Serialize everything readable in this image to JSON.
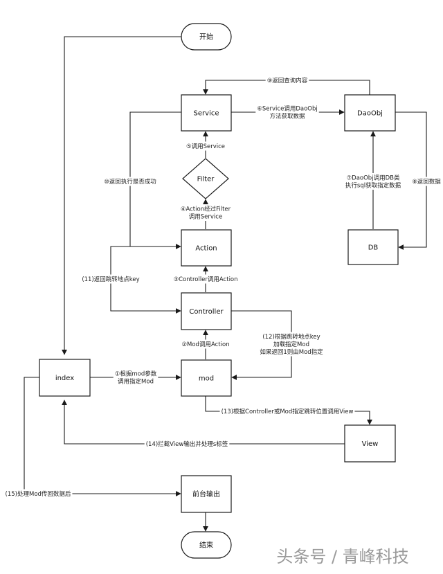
{
  "nodes": {
    "start": "开始",
    "service": "Service",
    "daoobj": "DaoObj",
    "filter": "Filter",
    "action": "Action",
    "db": "DB",
    "controller": "Controller",
    "index": "index",
    "mod": "mod",
    "view": "View",
    "frontend": "前台输出",
    "end": "结束"
  },
  "edges": {
    "e9": [
      "⑨返回查询内容"
    ],
    "e6": [
      "⑥Service调用DaoObj",
      "方法获取数据"
    ],
    "e5": [
      "⑤调用Service"
    ],
    "e10": [
      "⑩返回执行是否成功"
    ],
    "e7": [
      "⑦DaoObj调用DB类",
      "执行sql获取指定数据"
    ],
    "e8": [
      "⑧返回数据"
    ],
    "e4": [
      "④Action经过Filter",
      "调用Service"
    ],
    "e11": [
      "(11)返回跳转地点key"
    ],
    "e3": [
      "③Controller调用Action"
    ],
    "e12": [
      "(12)根据跳转地点key",
      "加载指定Mod",
      "如果返回1则由Mod指定"
    ],
    "e2": [
      "②Mod调用Action"
    ],
    "e1": [
      "①根据mod参数",
      "调用指定Mod"
    ],
    "e13": [
      "(13)根据Controller或Mod指定跳转位置调用View"
    ],
    "e14": [
      "(14)拦截View输出并处理s标签"
    ],
    "e15": [
      "(15)处理Mod传回数据后"
    ]
  },
  "watermark": "头条号 / 青峰科技"
}
